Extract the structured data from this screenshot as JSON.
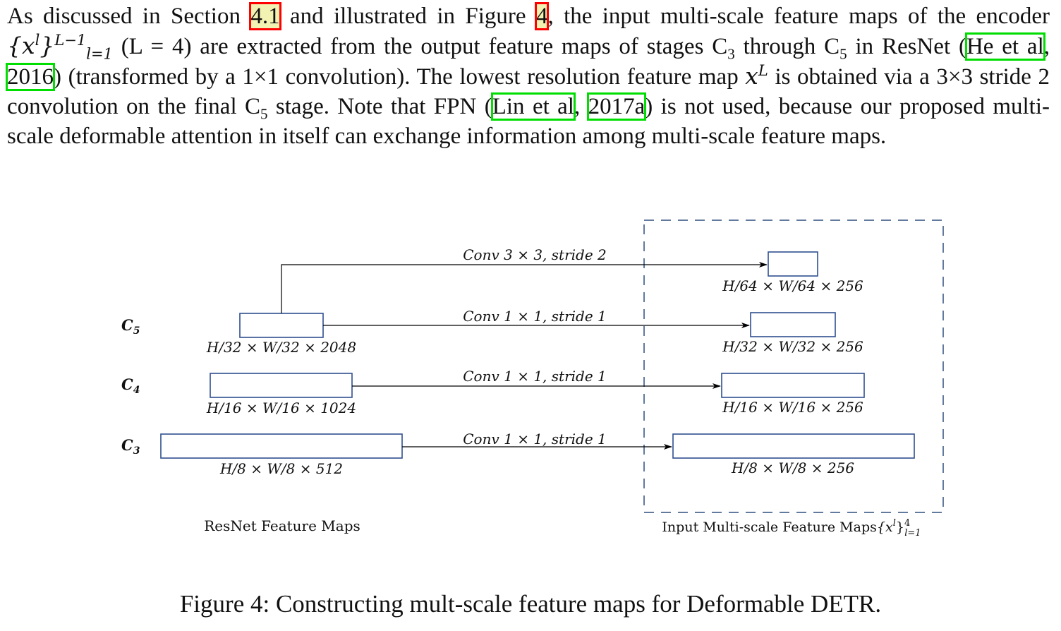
{
  "paragraph": {
    "s1": "As discussed in Section ",
    "ref_section": "4.1",
    "s2": " and illustrated in Figure ",
    "ref_figure": "4",
    "s3": ", the input multi-scale feature maps of the encoder ",
    "math_set": "{x",
    "math_l": "l",
    "math_close": "}",
    "math_upper": "L−1",
    "math_lower": "l=1",
    "s4": " (L = 4) are extracted from the output feature maps of stages C",
    "sub_3": "3",
    "s5": " through C",
    "sub_5a": "5",
    "s6": " in ResNet (",
    "ref_he": "He et al",
    "s7": ", ",
    "ref_he_year": "2016",
    "s8": ") (transformed by a 1×1 convolution). The lowest resolution feature map ",
    "math_x": "x",
    "math_L": "L",
    "s9": " is obtained via a 3×3 stride 2 convolution on the final C",
    "sub_5b": "5",
    "s10": " stage. Note that FPN (",
    "ref_lin": "Lin et al",
    "s11": ", ",
    "ref_lin_year": "2017a",
    "s12": ") is not used, because our proposed multi-scale deformable attention in itself can exchange information among multi-scale feature maps."
  },
  "colors": {
    "box_stroke": "#2f4f8f",
    "arrow": "#000000",
    "dashed": "#2f4f7f",
    "ref_red": "#ff0000",
    "ref_green": "#00dd00"
  },
  "figure": {
    "stage_labels": {
      "c5_base": "C",
      "c5_sub": "5",
      "c4_base": "C",
      "c4_sub": "4",
      "c3_base": "C",
      "c3_sub": "3"
    },
    "conv_labels": {
      "extra": "Conv 3 × 3, stride 2",
      "c5": "Conv 1 × 1, stride 1",
      "c4": "Conv 1 × 1, stride 1",
      "c3": "Conv 1 × 1, stride 1"
    },
    "resnet_dims": {
      "c5": "H/32 × W/32 × 2048",
      "c4": "H/16 × W/16 × 1024",
      "c3": "H/8 × W/8 × 512"
    },
    "input_dims": {
      "extra": "H/64 × W/64 × 256",
      "c5": "H/32 × W/32 × 256",
      "c4": "H/16 × W/16 × 256",
      "c3": "H/8 × W/8 × 256"
    },
    "resnet_title": "ResNet Feature Maps",
    "input_title": "Input Multi-scale Feature Maps",
    "input_title_math": "{x",
    "input_title_l": "l",
    "input_title_close": "}",
    "input_title_upper": "4",
    "input_title_lower": "l=1"
  },
  "caption": "Figure 4: Constructing mult-scale feature maps for Deformable DETR."
}
